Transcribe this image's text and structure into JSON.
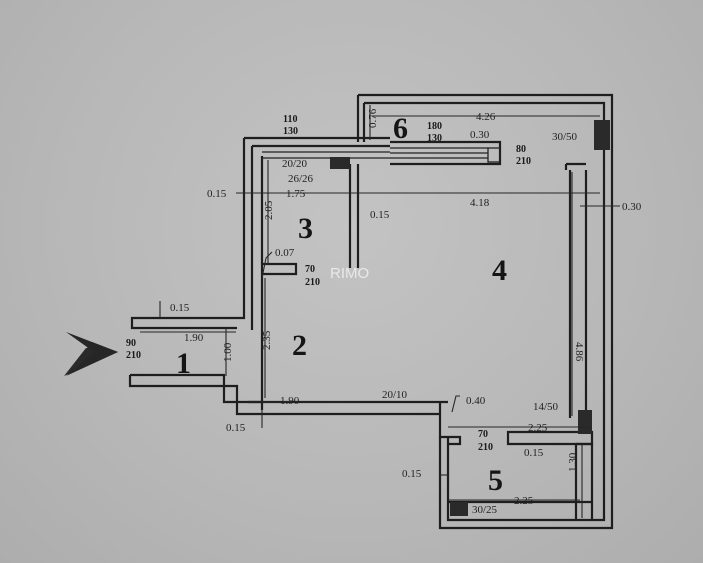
{
  "watermark": "RIMO",
  "rooms": [
    {
      "id": "1",
      "label": "1"
    },
    {
      "id": "2",
      "label": "2"
    },
    {
      "id": "3",
      "label": "3"
    },
    {
      "id": "4",
      "label": "4"
    },
    {
      "id": "5",
      "label": "5"
    },
    {
      "id": "6",
      "label": "6"
    }
  ],
  "openings": {
    "entrance_door": {
      "width": "90",
      "height": "210"
    },
    "window_room3": {
      "width": "110",
      "height": "130"
    },
    "window_room6": {
      "width": "180",
      "height": "130"
    },
    "door_room4": {
      "width": "80",
      "height": "210"
    },
    "door_room2_3": {
      "width": "70",
      "height": "210"
    },
    "door_room5": {
      "width": "70",
      "height": "210"
    }
  },
  "shafts": {
    "s1": "20/20",
    "s2": "26/26",
    "s3": "30/50",
    "s4": "20/10",
    "s5": "14/50",
    "s6": "30/25"
  },
  "dimensions": {
    "room6_length": "4.26",
    "room6_depth": "0.76",
    "window6_offset": "0.30",
    "room3_width": "1.75",
    "room3_depth": "2.05",
    "wall_left_top": "0.15",
    "wall_mid_top": "0.15",
    "room4_width": "4.18",
    "wall_right": "0.30",
    "door_offset": "0.07",
    "entry_top_wall": "0.15",
    "entry_length_top": "1.90",
    "entry_width": "1.00",
    "room2_depth": "2.35",
    "entry_length_bottom": "1.90",
    "wall_bottom_left": "0.15",
    "room4_depth": "4.86",
    "offset_040": "0.40",
    "room5_width_top": "2.25",
    "wall_room5_right": "0.15",
    "wall_room5_left": "0.15",
    "room5_depth": "1.30",
    "room5_width_bottom": "2.25"
  },
  "entry_arrow": "entrance-arrow"
}
